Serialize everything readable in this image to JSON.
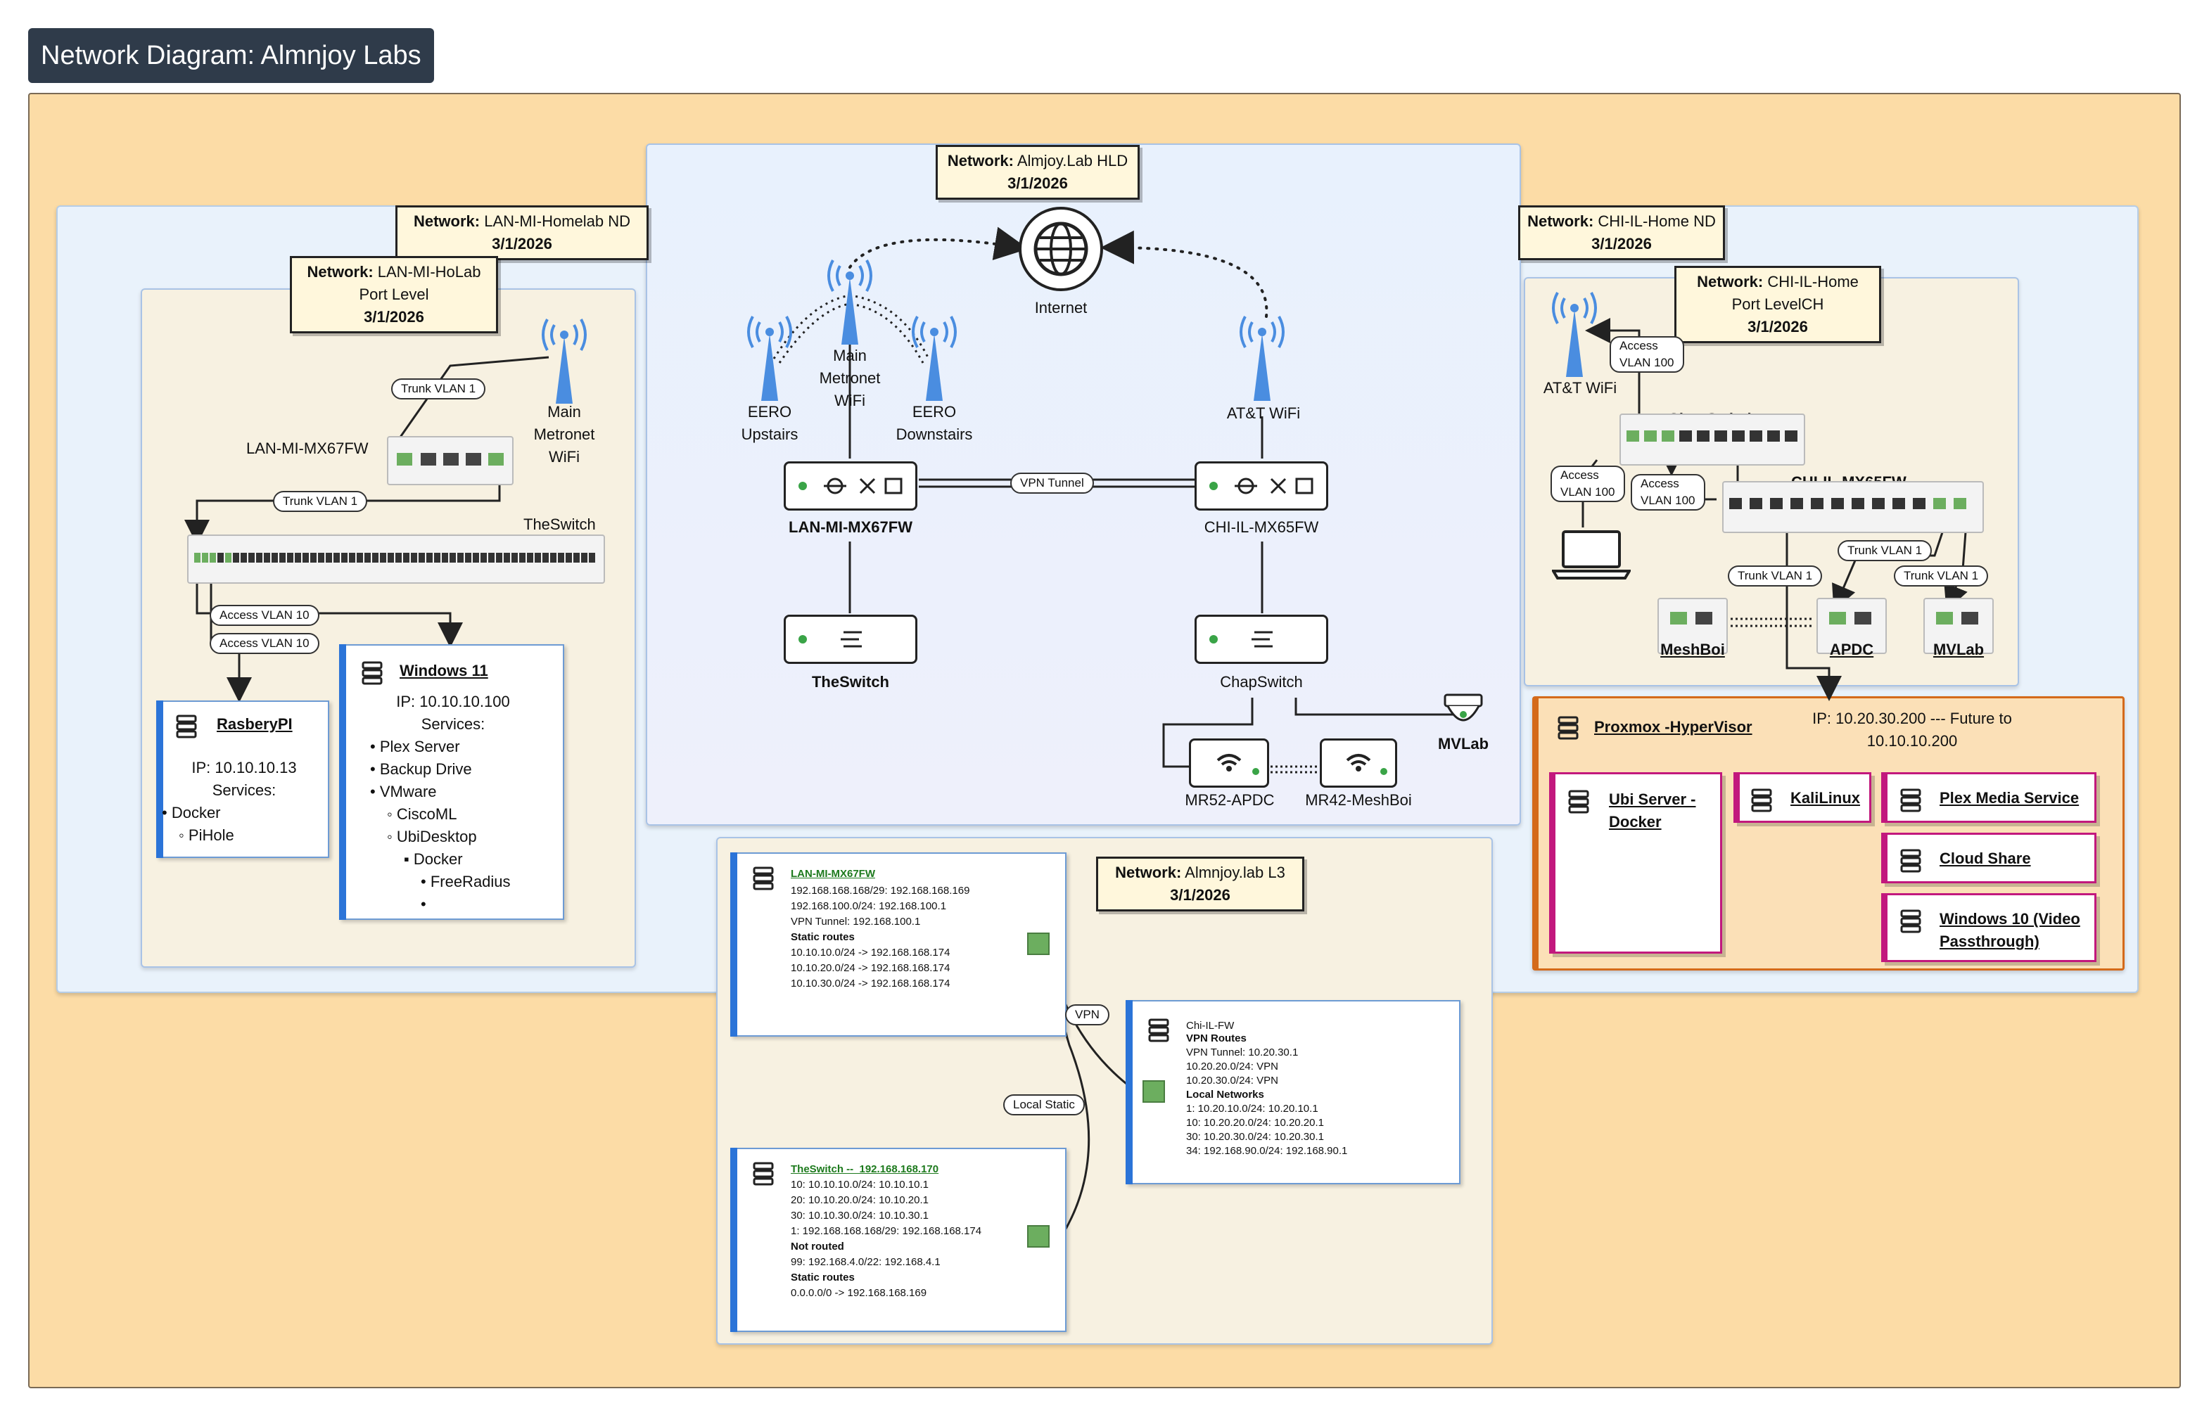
{
  "page_title": "Network Diagram: Almnjoy Labs",
  "labels": {
    "hld": {
      "net": "Network:",
      "name": "Almjoy.Lab HLD",
      "date": "3/1/2026"
    },
    "lanmi_nd": {
      "net": "Network:",
      "name": "LAN-MI-Homelab ND",
      "date": "3/1/2026"
    },
    "lanmi_port": {
      "net": "Network:",
      "name": "LAN-MI-HoLab",
      "line2": "Port Level",
      "date": "3/1/2026"
    },
    "chi_nd": {
      "net": "Network:",
      "name": "CHI-IL-Home ND",
      "date": "3/1/2026"
    },
    "chi_port": {
      "net": "Network:",
      "name": "CHI-IL-Home",
      "line2": "Port LevelCH",
      "date": "3/1/2026"
    },
    "l3": {
      "net": "Network:",
      "name": "Almnjoy.lab L3",
      "date": "3/1/2026"
    }
  },
  "hld": {
    "internet": "Internet",
    "eero_up": "EERO\nUpstairs",
    "main_metronet": "Main\nMetronet\nWiFi",
    "eero_down": "EERO\nDownstairs",
    "att_wifi": "AT&T WiFi",
    "lan_fw": "LAN-MI-MX67FW",
    "chi_fw": "CHI-IL-MX65FW",
    "vpn_tunnel": "VPN Tunnel",
    "theswitch": "TheSwitch",
    "chapswitch": "ChapSwitch",
    "mvlab": "MVLab",
    "mr52": "MR52-APDC",
    "mr42": "MR42-MeshBoi"
  },
  "lanmi": {
    "main_metronet": "Main\nMetronet\nWiFi",
    "fw_label": "LAN-MI-MX67FW",
    "switch_label": "TheSwitch",
    "trunk1": "Trunk VLAN 1",
    "trunk2": "Trunk VLAN 1",
    "access1": "Access VLAN 10",
    "access2": "Access VLAN 10",
    "rpi": {
      "title": "RasberyPI",
      "ip": "IP: 10.10.10.13",
      "services": "Services:",
      "items": [
        "• Docker",
        "◦ PiHole"
      ]
    },
    "win11": {
      "title": "Windows 11",
      "ip": "IP: 10.10.10.100",
      "services": "Services:",
      "items": [
        "• Plex Server",
        "• Backup Drive",
        "• VMware",
        "◦ CiscoML",
        "◦ UbiDesktop",
        "▪ Docker",
        "• FreeRadius",
        "•"
      ]
    }
  },
  "chi": {
    "att_wifi": "AT&T WiFi",
    "access100a": "Access\nVLAN 100",
    "access100b": "Access\nVLAN 100",
    "access100c": "Access\nVLAN 100",
    "chapswitch": "ChapSwitch",
    "fw": "CHI-IL-MX65FW",
    "trunk_a": "Trunk VLAN 1",
    "trunk_b": "Trunk VLAN 1",
    "trunk_c": "Trunk VLAN 1",
    "meshboi": "MeshBoi",
    "apdc": "APDC",
    "mvlab": "MVLab"
  },
  "proxmox": {
    "title": "Proxmox -HyperVisor",
    "ip": "IP: 10.20.30.200 --- Future to\n10.10.10.200",
    "ubi": "Ubi Server -\nDocker",
    "kali": "KaliLinux",
    "plex": "Plex Media Service",
    "cloud": "Cloud Share",
    "win10": "Windows 10 (Video\nPassthrough)"
  },
  "l3": {
    "lan_title": "LAN-MI-MX67FW",
    "lan_lines": [
      "192.168.168.168/29: 192.168.168.169",
      "192.168.100.0/24: 192.168.100.1",
      "VPN Tunnel: 192.168.100.1"
    ],
    "lan_static": "Static routes",
    "lan_routes": [
      "10.10.10.0/24 -> 192.168.168.174",
      "10.10.20.0/24 -> 192.168.168.174",
      "10.10.30.0/24 -> 192.168.168.174"
    ],
    "sw_title": "TheSwitch --  192.168.168.170",
    "sw_lines": [
      "10: 10.10.10.0/24: 10.10.10.1",
      "20: 10.10.20.0/24: 10.10.20.1",
      "30: 10.10.30.0/24: 10.10.30.1",
      "1: 192.168.168.168/29: 192.168.168.174"
    ],
    "sw_notrouted": "Not routed",
    "sw_notrouted_line": "99: 192.168.4.0/22: 192.168.4.1",
    "sw_static": "Static routes",
    "sw_static_line": "0.0.0.0/0 -> 192.168.168.169",
    "chi_title": "Chi-IL-FW",
    "chi_vpn": "VPN Routes",
    "chi_vpn_lines": [
      "VPN Tunnel: 10.20.30.1",
      "10.20.20.0/24: VPN",
      "10.20.30.0/24: VPN"
    ],
    "chi_local": "Local Networks",
    "chi_local_lines": [
      "1: 10.20.10.0/24: 10.20.10.1",
      "10: 10.20.20.0/24: 10.20.20.1",
      "30: 10.20.30.0/24: 10.20.30.1",
      "34: 192.168.90.0/24: 192.168.90.1"
    ],
    "vpn": "VPN",
    "local_static": "Local Static"
  },
  "colors": {
    "frame_bg": "#fcdca6",
    "blue_zone": "#e9f2fb",
    "cream_zone": "#f7f1e1",
    "accent_blue": "#2b74d8",
    "accent_magenta": "#c2187d",
    "accent_orange": "#d46a1a",
    "port_green": "#6cae5f"
  }
}
